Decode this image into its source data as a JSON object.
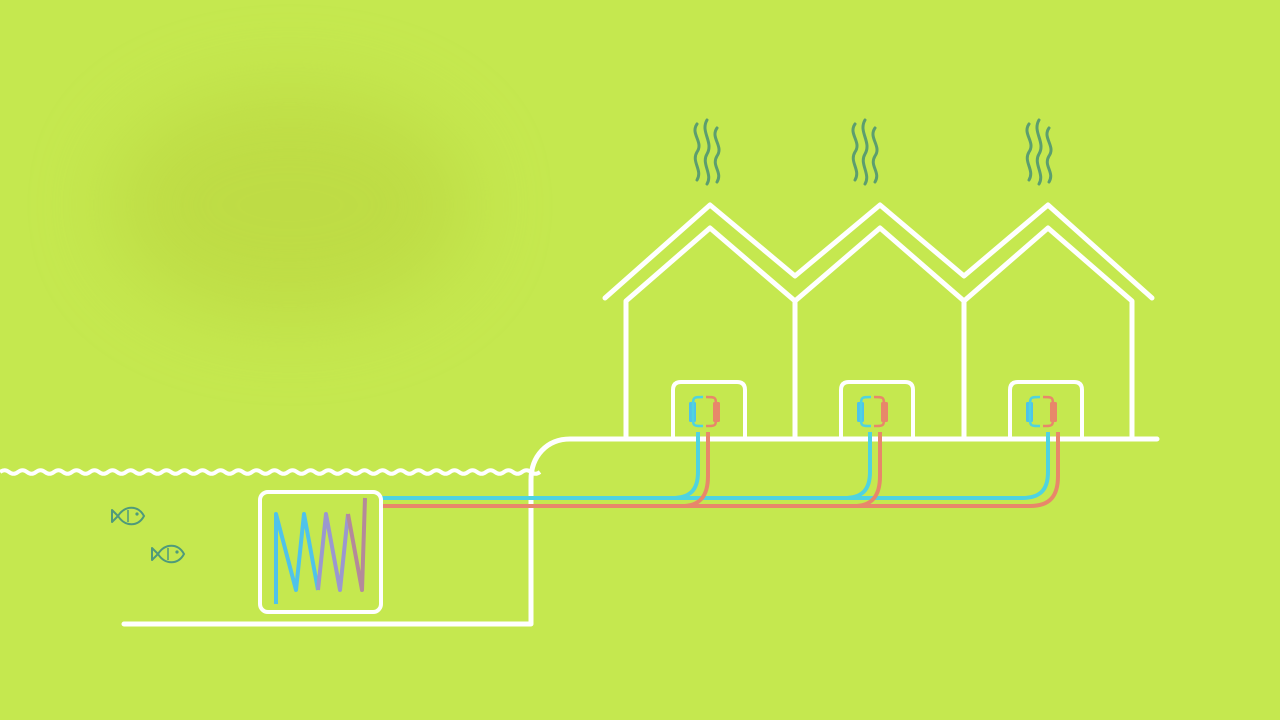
{
  "colors": {
    "background": "#c5e84f",
    "outline": "#ffffff",
    "cold_pipe": "#4fd3e0",
    "warm_pipe": "#e8876a",
    "coil_cold": "#4fc3ea",
    "coil_mid": "#9b98cf",
    "coil_warm": "#b48a9a",
    "fish": "#4f9a7a",
    "steam": "#5c9e6e",
    "haze": "#b9d33d"
  },
  "elements": {
    "water": "water-surface",
    "fish": [
      "fish-icon",
      "fish-icon"
    ],
    "heat_exchanger": "coil-heat-exchanger",
    "houses": [
      {
        "name": "house-1",
        "steam": "steam-icon",
        "heat_pump": "heat-pump-icon"
      },
      {
        "name": "house-2",
        "steam": "steam-icon",
        "heat_pump": "heat-pump-icon"
      },
      {
        "name": "house-3",
        "steam": "steam-icon",
        "heat_pump": "heat-pump-icon"
      }
    ]
  }
}
